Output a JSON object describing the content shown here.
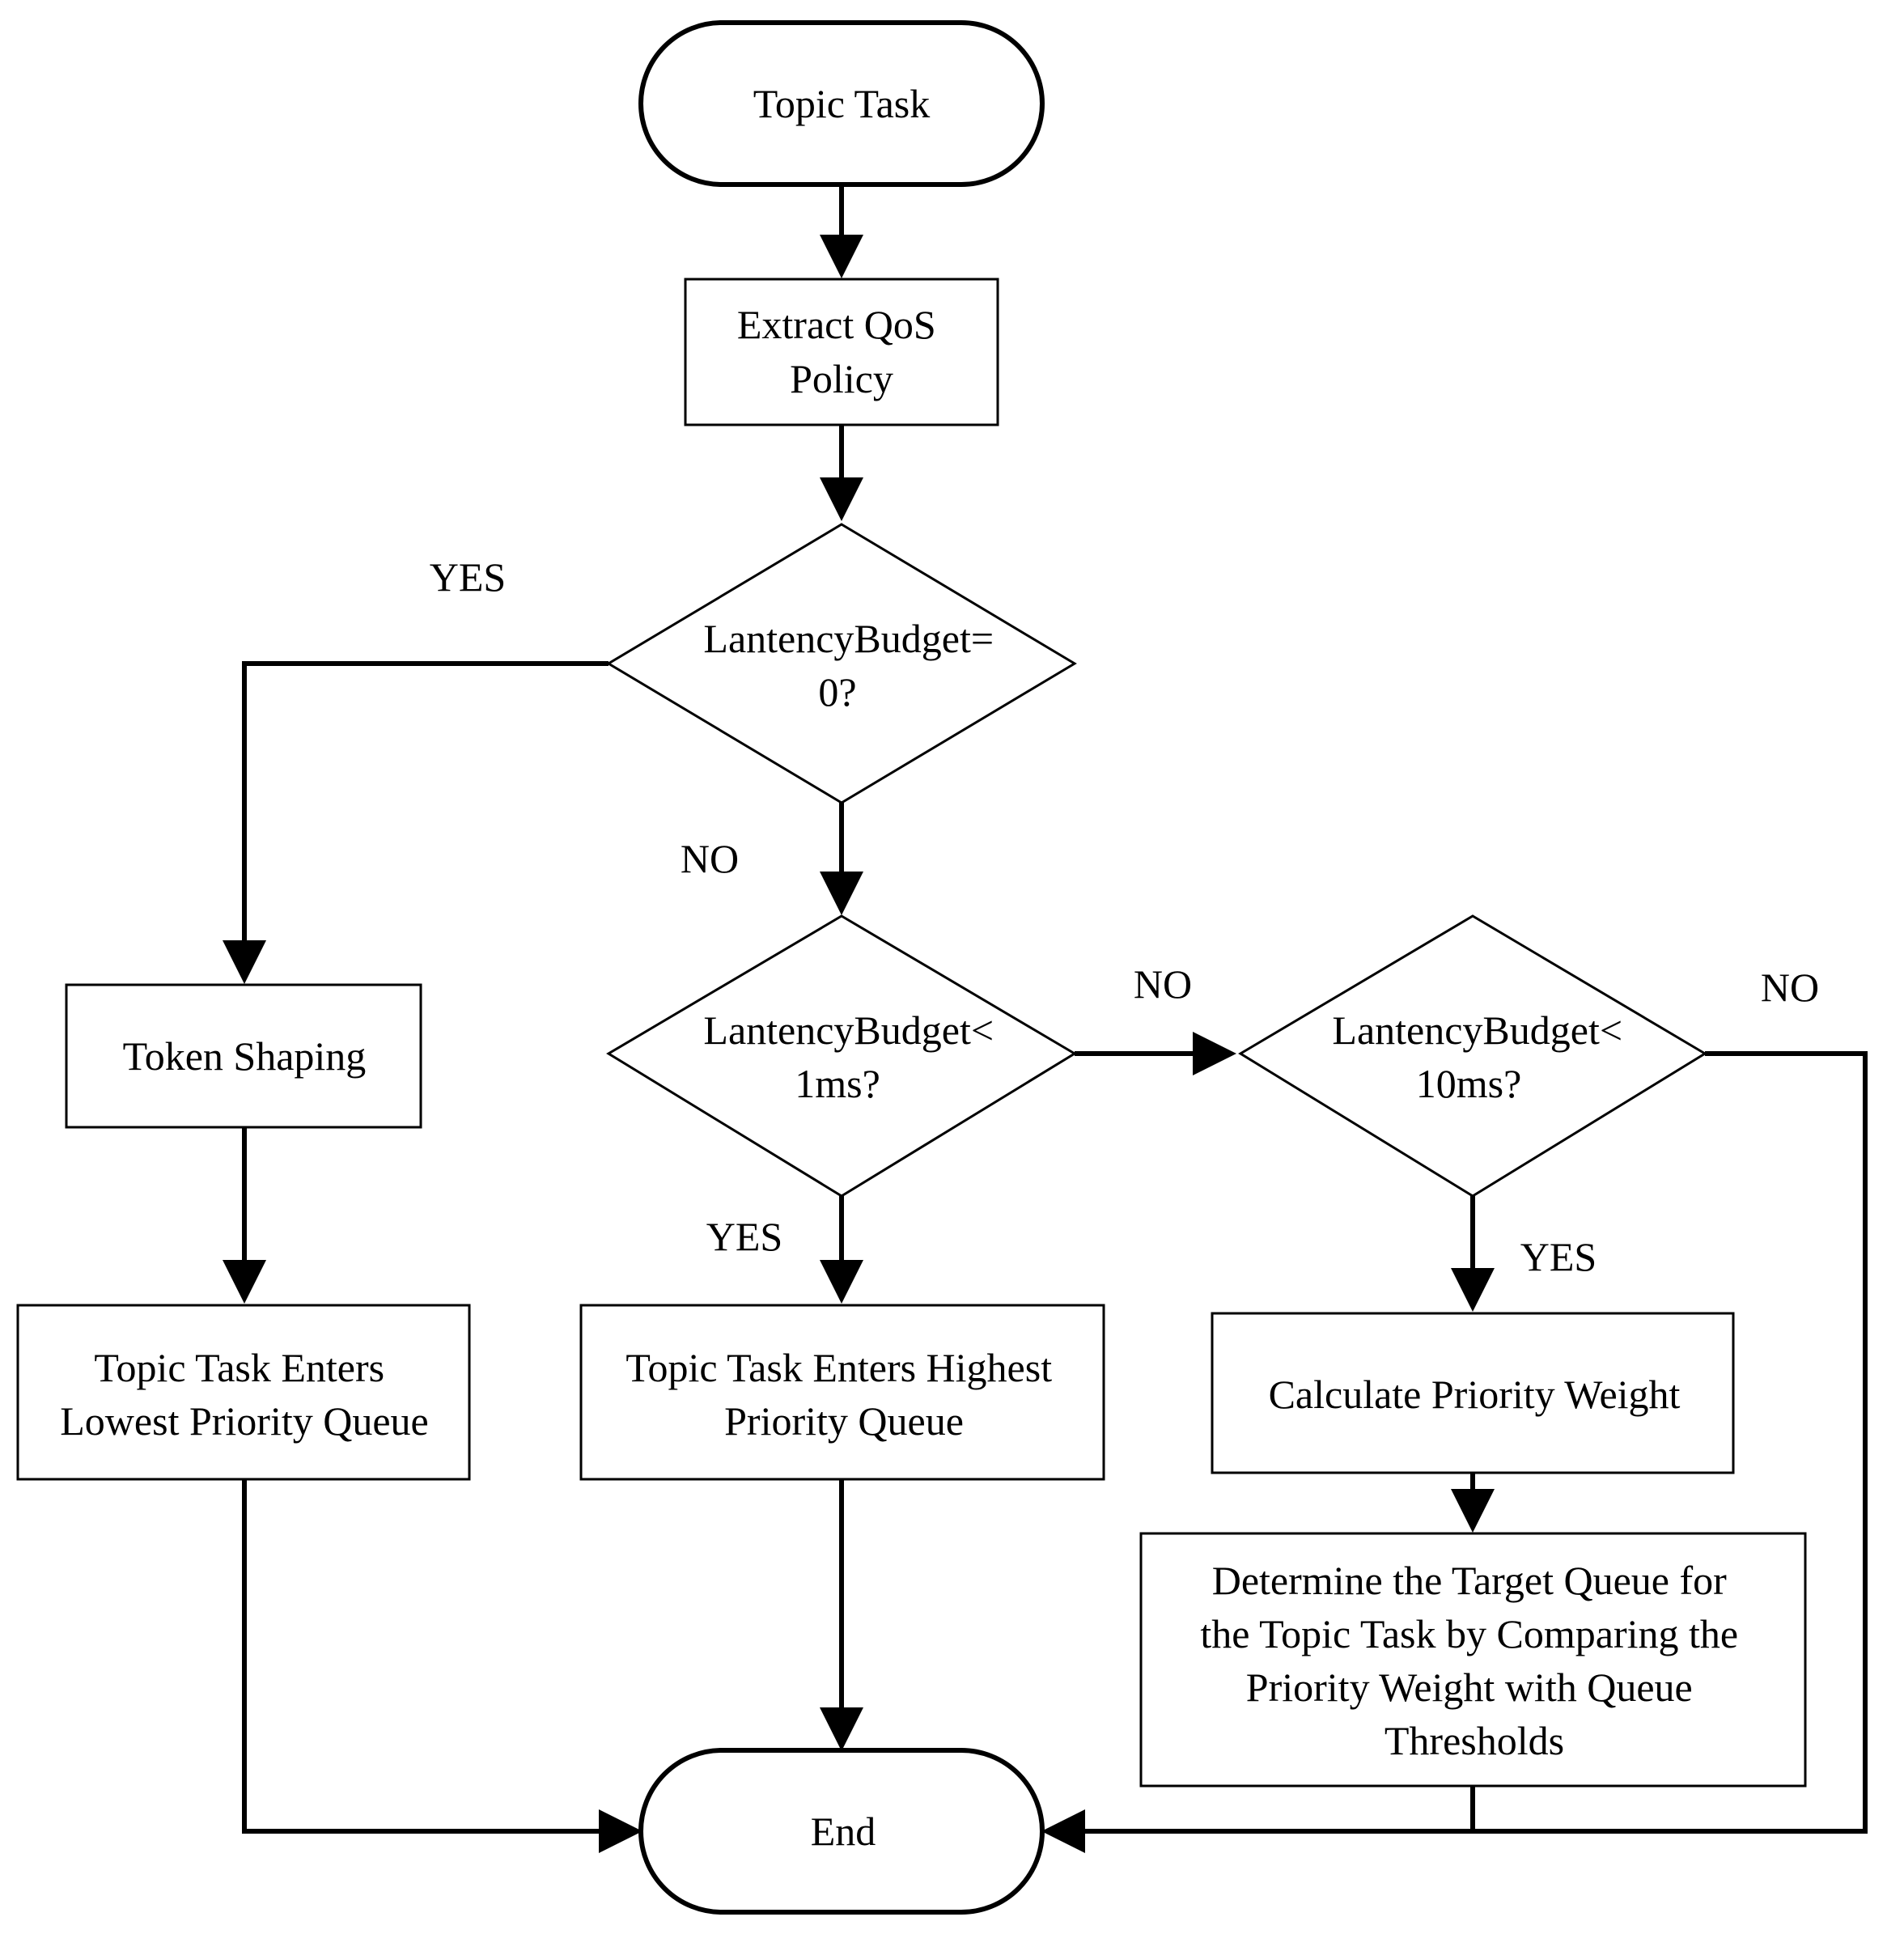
{
  "nodes": {
    "start": {
      "text": "Topic Task"
    },
    "extract_qos": {
      "lines": [
        "Extract QoS",
        "Policy"
      ]
    },
    "decision_zero": {
      "lines": [
        "LantencyBudget=",
        "0?"
      ]
    },
    "token_shaping": {
      "text": "Token Shaping"
    },
    "lowest_queue": {
      "lines": [
        "Topic Task Enters",
        "Lowest Priority Queue"
      ]
    },
    "decision_1ms": {
      "lines": [
        "LantencyBudget<",
        "1ms?"
      ]
    },
    "highest_queue": {
      "lines": [
        "Topic Task Enters Highest",
        "Priority Queue"
      ]
    },
    "decision_10ms": {
      "lines": [
        "LantencyBudget<",
        "10ms?"
      ]
    },
    "calc_weight": {
      "text": "Calculate Priority Weight"
    },
    "determine_queue": {
      "lines": [
        "Determine the Target Queue for",
        "the Topic Task by Comparing the",
        "Priority Weight with Queue",
        "Thresholds"
      ]
    },
    "end": {
      "text": "End"
    }
  },
  "edge_labels": {
    "zero_yes": "YES",
    "zero_no": "NO",
    "one_yes": "YES",
    "one_no": "NO",
    "ten_yes": "YES",
    "ten_no": "NO"
  }
}
